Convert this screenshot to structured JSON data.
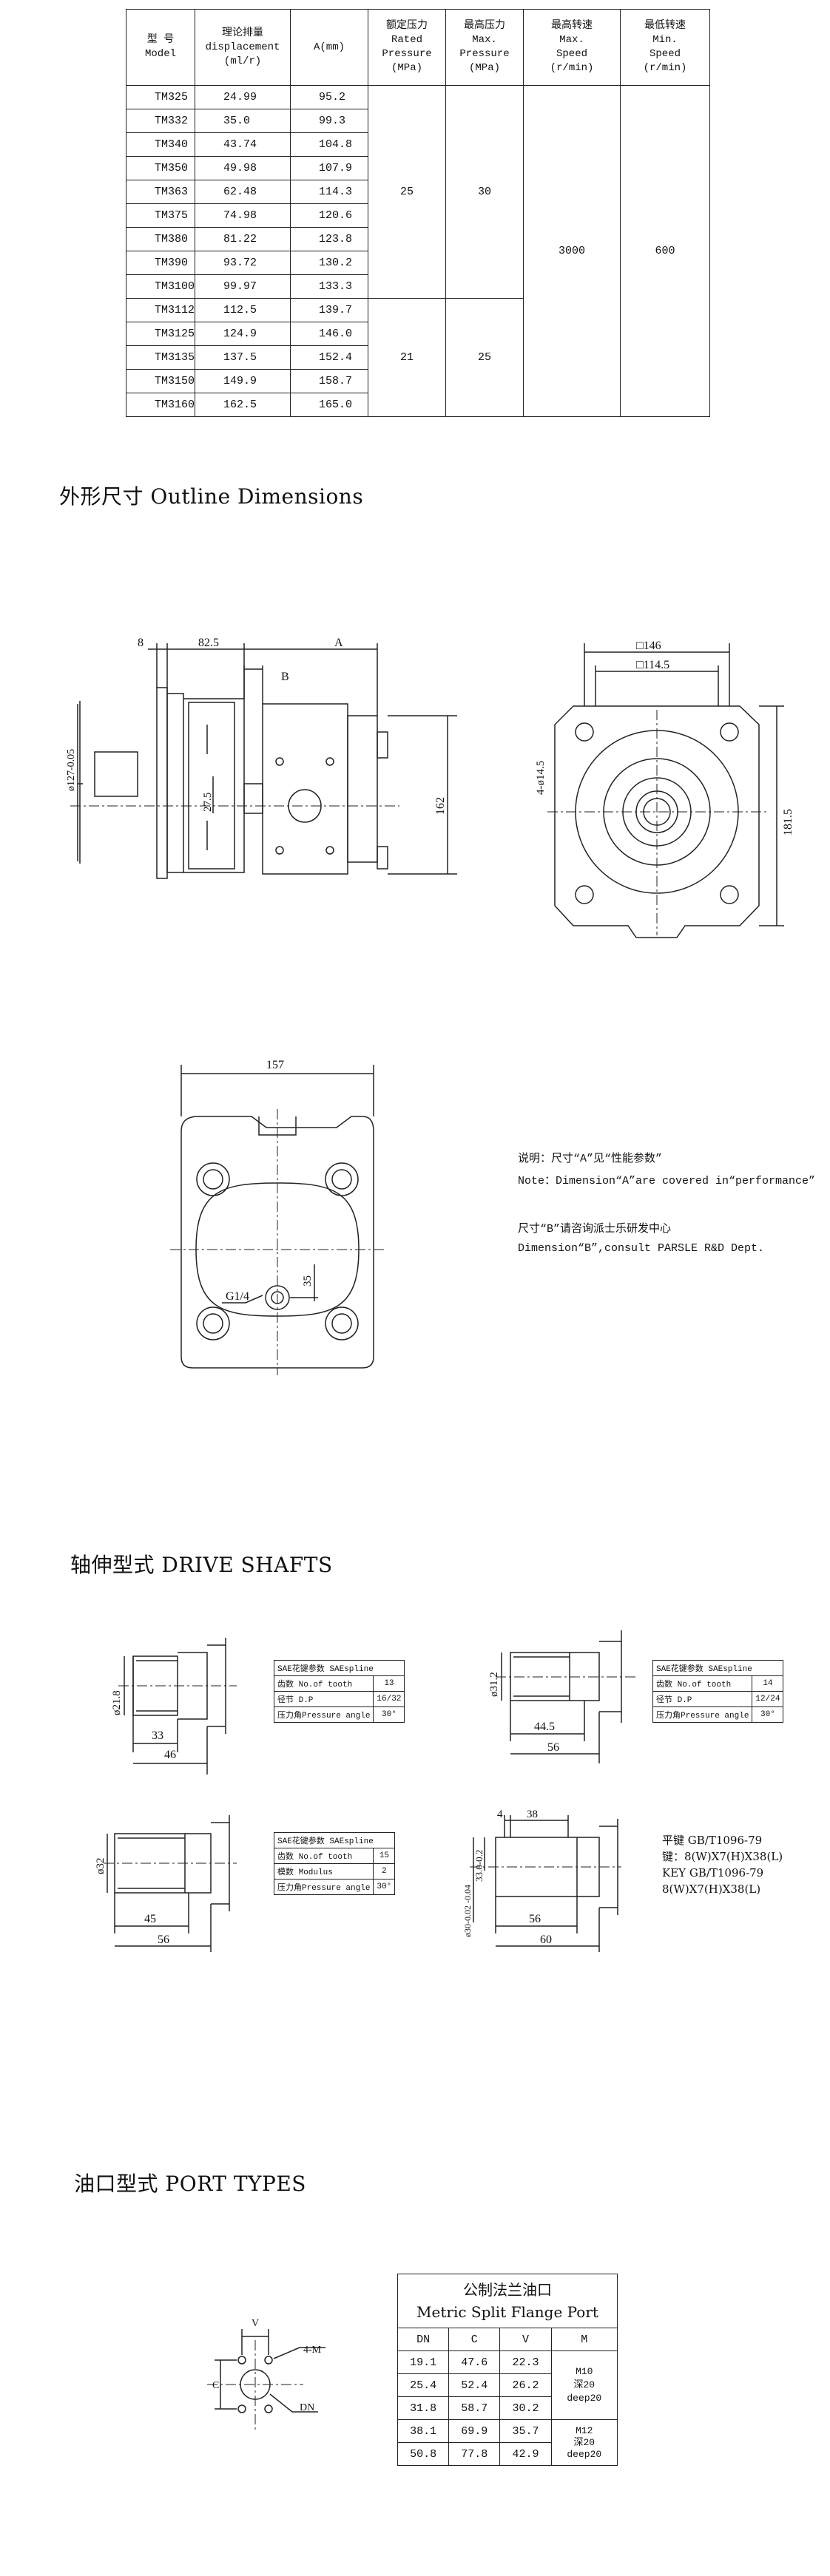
{
  "spec_table": {
    "headers": [
      [
        "型 号",
        "Model"
      ],
      [
        "理论排量",
        "displacement",
        "(ml/r)"
      ],
      [
        "A(mm)"
      ],
      [
        "额定压力",
        "Rated",
        "Pressure",
        "(MPa)"
      ],
      [
        "最高压力",
        "Max.",
        "Pressure",
        "(MPa)"
      ],
      [
        "最高转速",
        "Max.",
        "Speed",
        "(r/min)"
      ],
      [
        "最低转速",
        "Min.",
        "Speed",
        "(r/min)"
      ]
    ],
    "rows": [
      [
        "TM325",
        "24.99",
        "95.2"
      ],
      [
        "TM332",
        "35.0",
        "99.3"
      ],
      [
        "TM340",
        "43.74",
        "104.8"
      ],
      [
        "TM350",
        "49.98",
        "107.9"
      ],
      [
        "TM363",
        "62.48",
        "114.3"
      ],
      [
        "TM375",
        "74.98",
        "120.6"
      ],
      [
        "TM380",
        "81.22",
        "123.8"
      ],
      [
        "TM390",
        "93.72",
        "130.2"
      ],
      [
        "TM3100",
        "99.97",
        "133.3"
      ],
      [
        "TM3112",
        "112.5",
        "139.7"
      ],
      [
        "TM3125",
        "124.9",
        "146.0"
      ],
      [
        "TM3135",
        "137.5",
        "152.4"
      ],
      [
        "TM3150",
        "149.9",
        "158.7"
      ],
      [
        "TM3160",
        "162.5",
        "165.0"
      ]
    ],
    "rated_pressure": [
      "25",
      "21"
    ],
    "max_pressure": [
      "30",
      "25"
    ],
    "max_speed": "3000",
    "min_speed": "600"
  },
  "sections": {
    "outline": "外形尺寸 Outline Dimensions",
    "shafts": "轴伸型式 DRIVE SHAFTS",
    "ports": "油口型式 PORT TYPES"
  },
  "outline": {
    "side_dims": {
      "d8": "8",
      "d82": "82.5",
      "A": "A",
      "B": "B",
      "dia127": "ø127-0.05",
      "h27": "27.5",
      "h162": "162"
    },
    "front_dims": {
      "sq146": "□146",
      "sq114": "□114.5",
      "holes": "4-ø14.5",
      "h181": "181.5"
    },
    "rear_dims": {
      "w157": "157",
      "g14": "G1/4",
      "d35": "35"
    },
    "notes": [
      "说明：尺寸“A”见“性能参数”",
      "Note：Dimension“A”are covered in“performance”",
      "尺寸“B”请咨询派士乐研发中心",
      "Dimension“B”,consult PARSLE R&D Dept."
    ]
  },
  "shafts": {
    "s1": {
      "dia": "ø21.8",
      "l1": "33",
      "l2": "46",
      "rows": [
        [
          "SAE花键参数 SAEspline",
          ""
        ],
        [
          "齿数 No.of tooth",
          "13"
        ],
        [
          "径节 D.P",
          "16/32"
        ],
        [
          "压力角Pressure angle",
          "30°"
        ]
      ]
    },
    "s2": {
      "dia": "ø31.2",
      "l1": "44.5",
      "l2": "56",
      "rows": [
        [
          "SAE花键参数 SAEspline",
          ""
        ],
        [
          "齿数 No.of tooth",
          "14"
        ],
        [
          "径节 D.P",
          "12/24"
        ],
        [
          "压力角Pressure angle",
          "30°"
        ]
      ]
    },
    "s3": {
      "dia": "ø32",
      "l1": "45",
      "l2": "56",
      "rows": [
        [
          "SAE花键参数 SAEspline",
          ""
        ],
        [
          "齿数 No.of tooth",
          "15"
        ],
        [
          "模数 Modulus",
          "2"
        ],
        [
          "压力角Pressure angle",
          "30°"
        ]
      ]
    },
    "s4": {
      "d4": "4",
      "d38": "38",
      "h33": "33.0-0.2",
      "dia30": "ø30-0.02 -0.04",
      "l56": "56",
      "l60": "60",
      "key": [
        "平键 GB/T1096-79",
        "键：8(W)X7(H)X38(L)",
        "KEY GB/T1096-79",
        "8(W)X7(H)X38(L)"
      ]
    }
  },
  "port": {
    "title": [
      "公制法兰油口",
      "Metric Split Flange Port"
    ],
    "headers": [
      "DN",
      "C",
      "V",
      "M"
    ],
    "rows": [
      [
        "19.1",
        "47.6",
        "22.3"
      ],
      [
        "25.4",
        "52.4",
        "26.2"
      ],
      [
        "31.8",
        "58.7",
        "30.2"
      ],
      [
        "38.1",
        "69.9",
        "35.7"
      ],
      [
        "50.8",
        "77.8",
        "42.9"
      ]
    ],
    "m_group1": [
      "M10",
      "深20",
      "deep20"
    ],
    "m_group2": [
      "M12",
      "深20",
      "deep20"
    ],
    "diagram": {
      "V": "V",
      "C": "C",
      "holes": "4-M",
      "DN": "DN"
    }
  }
}
